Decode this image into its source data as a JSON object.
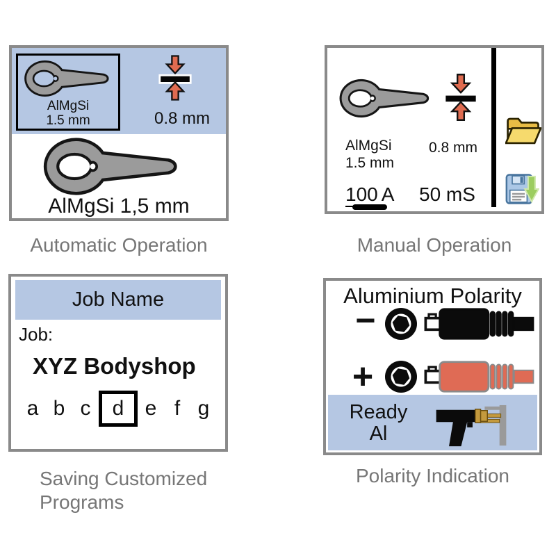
{
  "colors": {
    "panel_border": "#8a8a8a",
    "light_blue": "#b5c7e3",
    "caption_gray": "#767676",
    "accent_red": "#df6b50",
    "connector_red": "#df6b55",
    "metal_gray": "#9b9b9b",
    "folder_yellow": "#f6da6d",
    "floppy_blue": "#abc7e6",
    "arrow_green": "#9ccd60",
    "brass": "#c49a3e"
  },
  "panels": {
    "automatic": {
      "caption": "Automatic Operation",
      "program_material": "AlMgSi",
      "program_thickness": "1.5 mm",
      "sheet_thickness": "0.8 mm",
      "electrode_label": "AlMgSi 1,5 mm"
    },
    "manual": {
      "caption": "Manual Operation",
      "material": "AlMgSi",
      "material_thickness": "1.5 mm",
      "sheet_thickness": "0.8 mm",
      "current_value": "100",
      "current_unit": "A",
      "weld_time": "50 mS"
    },
    "job": {
      "caption_line1": "Saving Customized",
      "caption_line2": "Programs",
      "header": "Job Name",
      "field_label": "Job:",
      "job_name": "XYZ Bodyshop",
      "letters": [
        "a",
        "b",
        "c",
        "d",
        "e",
        "f",
        "g"
      ],
      "selected_letter": "d"
    },
    "polarity": {
      "caption": "Polarity Indication",
      "title": "Aluminium Polarity",
      "negative": "−",
      "positive": "+",
      "ready_line1": "Ready",
      "ready_line2": "Al"
    }
  }
}
